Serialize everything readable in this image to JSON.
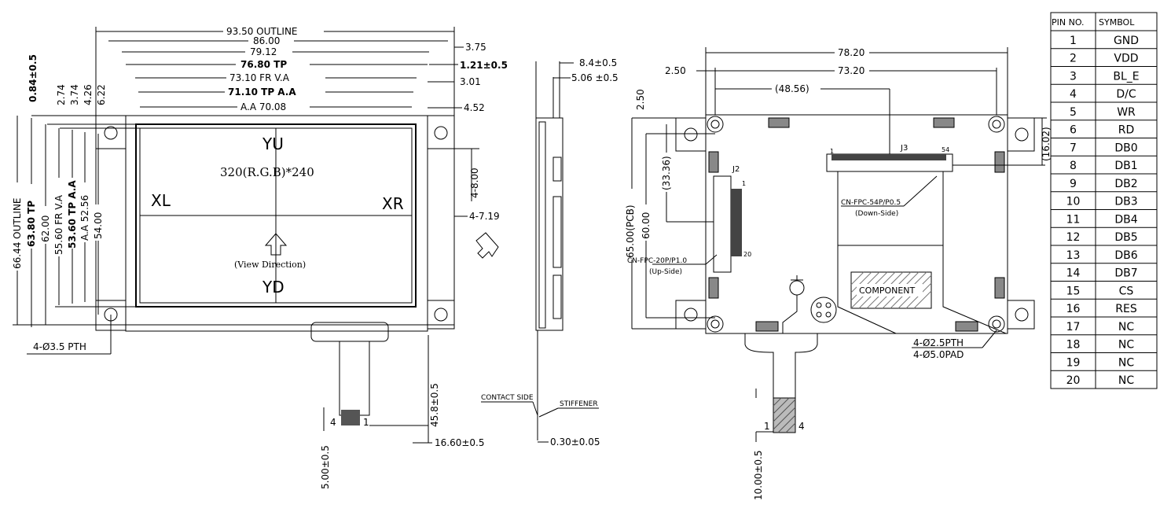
{
  "front_view": {
    "dims_top": [
      "93.50 OUTLINE",
      "86.00",
      "79.12",
      "76.80 TP",
      "73.10 FR V.A",
      "71.10 TP A.A",
      "A.A 70.08"
    ],
    "dims_right": [
      "3.75",
      "1.21±0.5",
      "3.01",
      "4.52",
      "4-8.00",
      "4-7.19"
    ],
    "dims_left_small": [
      "0.84±0.5",
      "2.74",
      "3.74",
      "4.26",
      "6.22"
    ],
    "dims_left": [
      "66.44 OUTLINE",
      "63.80 TP",
      "62.00",
      "55.60 FR V.A",
      "53.60 TP A.A",
      "A.A 52.56",
      "54.00"
    ],
    "resolution": "320(R.G.B)*240",
    "yu": "YU",
    "yd": "YD",
    "xl": "XL",
    "xr": "XR",
    "view_direction": "(View Direction)",
    "hole_note": "4-Ø3.5 PTH",
    "tail_dim": "45.8±0.5",
    "tail_width": "16.60±0.5",
    "tail_len": "5.00±0.5",
    "pin_a": "4",
    "pin_b": "1"
  },
  "side_view": {
    "dim_a": "8.4±0.5",
    "dim_b": "5.06 ±0.5",
    "contact_side": "CONTACT SIDE",
    "stiffener": "STIFFENER",
    "thickness": "0.30±0.05"
  },
  "back_view": {
    "dims_top": [
      "78.20",
      "73.20",
      "(48.56)"
    ],
    "dim_left_top": "2.50",
    "dim_left_v": "2.50",
    "dim_33": "(33.36)",
    "dim_pcb": "65.00(PCB)",
    "dim_60": "60.00",
    "dim_16": "(16.02)",
    "j2": "J2",
    "j3": "J3",
    "j2_p1": "1",
    "j2_p20": "20",
    "j3_p1": "1",
    "j3_p54": "54",
    "fpc54": "CN-FPC-54P/P0.5",
    "fpc54_side": "(Down-Side)",
    "fpc20": "CN-FPC-20P/P1.0",
    "fpc20_side": "(Up-Side)",
    "component": "COMPONENT",
    "hole1": "4-Ø2.5PTH",
    "hole2": "4-Ø5.0PAD",
    "tail_len": "10.00±0.5",
    "pin_a": "1",
    "pin_b": "4"
  },
  "pin_table": {
    "headers": [
      "PIN NO.",
      "SYMBOL"
    ],
    "rows": [
      [
        "1",
        "GND"
      ],
      [
        "2",
        "VDD"
      ],
      [
        "3",
        "BL_E"
      ],
      [
        "4",
        "D/C"
      ],
      [
        "5",
        "WR"
      ],
      [
        "6",
        "RD"
      ],
      [
        "7",
        "DB0"
      ],
      [
        "8",
        "DB1"
      ],
      [
        "9",
        "DB2"
      ],
      [
        "10",
        "DB3"
      ],
      [
        "11",
        "DB4"
      ],
      [
        "12",
        "DB5"
      ],
      [
        "13",
        "DB6"
      ],
      [
        "14",
        "DB7"
      ],
      [
        "15",
        "CS"
      ],
      [
        "16",
        "RES"
      ],
      [
        "17",
        "NC"
      ],
      [
        "18",
        "NC"
      ],
      [
        "19",
        "NC"
      ],
      [
        "20",
        "NC"
      ]
    ]
  }
}
